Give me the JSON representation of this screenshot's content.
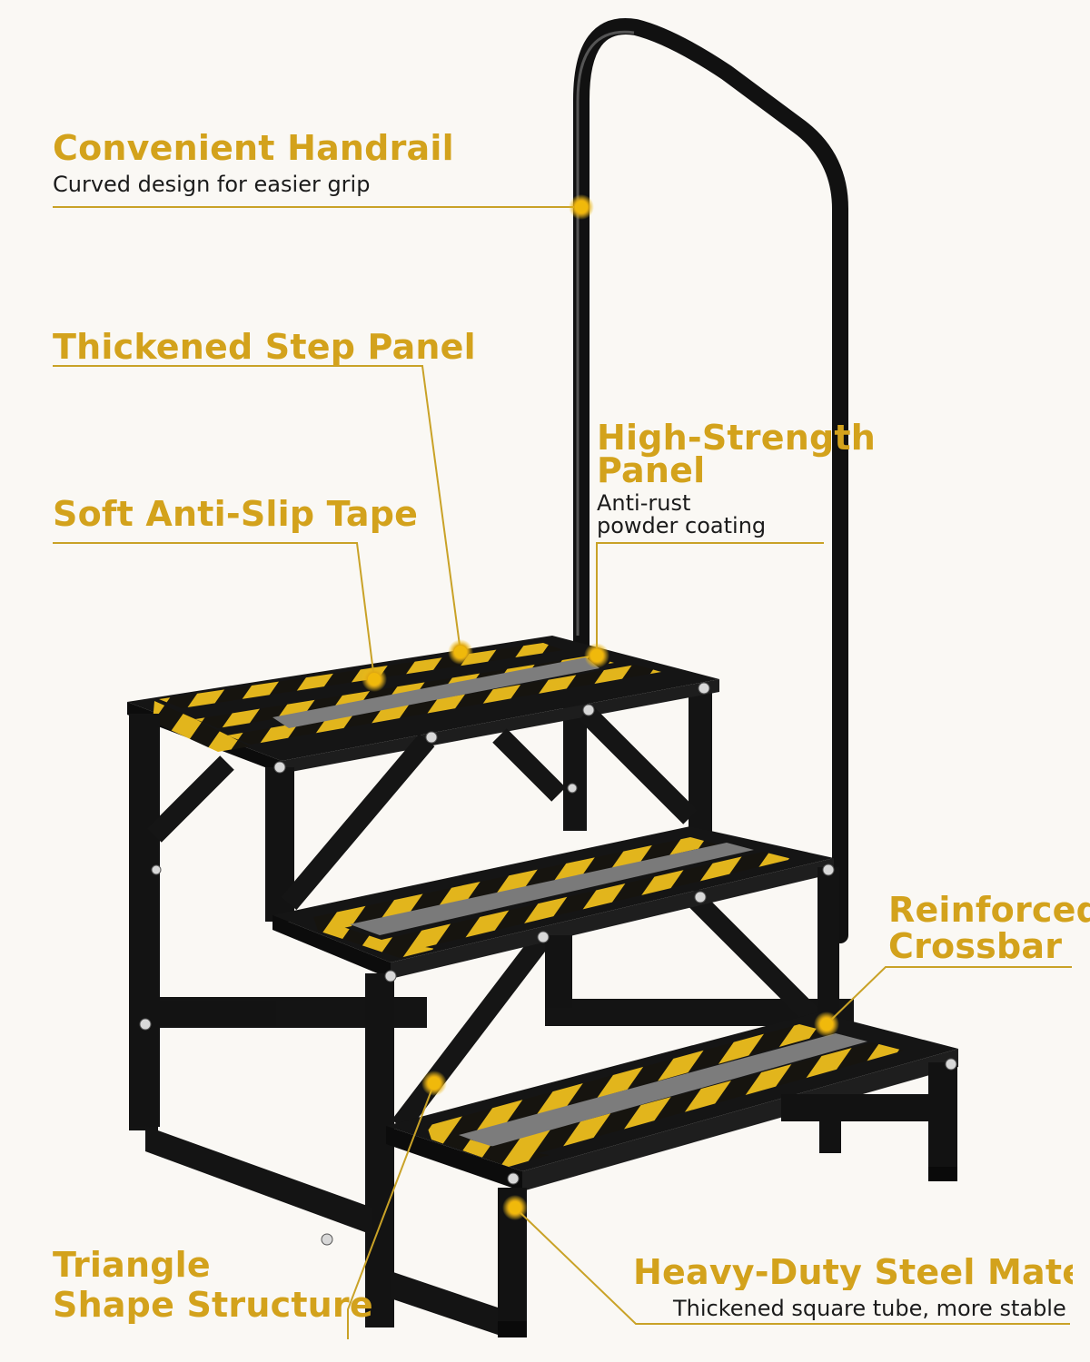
{
  "accent_color": "#d3a21c",
  "product": {
    "description": "black steel three-step stair with curved handrail and yellow-black anti-slip tape"
  },
  "callouts": {
    "handrail": {
      "title": "Convenient Handrail",
      "subtitle": "Curved design for easier grip"
    },
    "step_panel": {
      "title": "Thickened Step Panel"
    },
    "anti_slip": {
      "title": "Soft Anti-Slip Tape"
    },
    "panel": {
      "title_line1": "High-Strength",
      "title_line2": "Panel",
      "subtitle_line1": "Anti-rust",
      "subtitle_line2": "powder coating"
    },
    "crossbar": {
      "title_line1": "Reinforced",
      "title_line2": "Crossbar"
    },
    "triangle": {
      "title_line1": "Triangle",
      "title_line2": "Shape Structure"
    },
    "steel": {
      "title": "Heavy-Duty Steel Materia",
      "subtitle": "Thickened square tube, more stable"
    }
  }
}
